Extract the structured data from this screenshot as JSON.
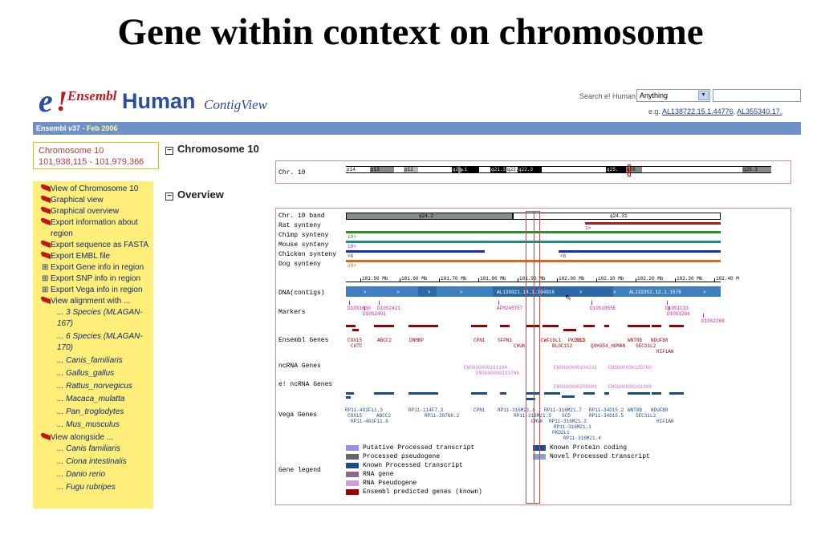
{
  "slide": {
    "title": "Gene within context on chromosome"
  },
  "header": {
    "logo_e": "e",
    "logo_bang": "!",
    "logo_ensembl": "Ensembl",
    "logo_human": "Human",
    "logo_view": "ContigView",
    "search_label": "Search e! Human:",
    "species_value": "Anything",
    "search_value": "",
    "examples_prefix": "e.g.",
    "example1": "AL138722.15.1.44776",
    "example_sep": ",",
    "example2": "AL355340.17."
  },
  "version_bar": {
    "version": "Ensembl v37",
    "sep": " - ",
    "date": "Feb 2006"
  },
  "location": {
    "chromosome": "Chromosome 10",
    "range": "101,938,115 - 101,979,366"
  },
  "sidebar": {
    "items": [
      {
        "label": "View of Chromosome 10",
        "icon": "red-arrow-icon",
        "subs": []
      },
      {
        "label": "Graphical view",
        "icon": "red-arrow-icon",
        "subs": []
      },
      {
        "label": "Graphical overview",
        "icon": "red-arrow-icon",
        "subs": []
      },
      {
        "label": "Export information about region",
        "icon": "red-arrow-icon",
        "subs": []
      },
      {
        "label": "Export sequence as FASTA",
        "icon": "red-arrow-icon",
        "subs": []
      },
      {
        "label": "Export EMBL file",
        "icon": "red-arrow-icon",
        "subs": []
      },
      {
        "label": "Export Gene info in region",
        "icon": "plus-icon",
        "subs": []
      },
      {
        "label": "Export SNP info in region",
        "icon": "plus-icon",
        "subs": []
      },
      {
        "label": "Export Vega info in region",
        "icon": "plus-icon",
        "subs": []
      },
      {
        "label": "View alignment with ...",
        "icon": "red-arrow-icon",
        "subs": [
          "... 3 Species (MLAGAN-167)",
          "... 6 Species (MLAGAN-170)",
          "... Canis_familiaris",
          "... Gallus_gallus",
          "... Rattus_norvegicus",
          "... Macaca_mulatta",
          "... Pan_troglodytes",
          "... Mus_musculus"
        ]
      },
      {
        "label": "View alongside ...",
        "icon": "red-arrow-icon",
        "subs": [
          "... Canis familiaris",
          "... Ciona intestinalis",
          "... Danio rerio",
          "... Fugu rubripes"
        ]
      }
    ]
  },
  "sections": {
    "chromosome_header": "Chromosome 10",
    "overview_header": "Overview"
  },
  "ideogram": {
    "label": "Chr. 10",
    "bands": [
      {
        "label": "p14",
        "color": "#ffffff"
      },
      {
        "label": "p13",
        "color": "#888888"
      },
      {
        "label": "",
        "color": "#ffffff"
      },
      {
        "label": "p12",
        "color": "#bbbbbb"
      },
      {
        "label": "",
        "color": "#ffffff"
      },
      {
        "label": "q21.1",
        "color": "#000000"
      },
      {
        "label": "",
        "color": "#ffffff"
      },
      {
        "label": "q21.3",
        "color": "#000000"
      },
      {
        "label": "q22.",
        "color": "#ffffff"
      },
      {
        "label": "q22.3",
        "color": "#000000"
      },
      {
        "label": "",
        "color": "#ffffff"
      },
      {
        "label": "q25.",
        "color": "#000000"
      },
      {
        "label": "q26",
        "color": "#888888"
      },
      {
        "label": "",
        "color": "#ffffff"
      },
      {
        "label": "q26.3",
        "color": "#888888"
      }
    ]
  },
  "overview": {
    "track_labels": [
      "Chr. 10 band",
      "Rat synteny",
      "Chimp synteny",
      "Mouse synteny",
      "Chicken synteny",
      "Dog synteny",
      "DNA(contigs)",
      "Markers",
      "Ensembl Genes",
      "ncRNA Genes",
      "e! ncRNA Genes",
      "Vega Genes",
      "Gene legend"
    ],
    "bands": [
      "q24.2",
      "q24.31"
    ],
    "synteny_tags": [
      "1>",
      "10>",
      "19>",
      "<6",
      "<6",
      "28>"
    ],
    "scale": [
      "101.50 Mb",
      "101.60 Mb",
      "101.70 Mb",
      "101.80 Mb",
      "101.90 Mb",
      "102.00 Mb",
      "102.10 Mb",
      "102.20 Mb",
      "102.30 Mb",
      "102.40 M"
    ],
    "contigs": [
      "AL138921.14.1.194916",
      "AL133352.12.1.1578"
    ],
    "markers": [
      "D10S1630",
      "D10S2421",
      "D10S2401",
      "AFM245TE7",
      "D10S1855E",
      "D10S1133",
      "D10S1266",
      "D10S2268"
    ],
    "ensembl_genes": [
      "COX15",
      "CUTC",
      "ABCC2",
      "DNMBP",
      "CPN1",
      "SFPN1",
      "CHUK",
      "CWF19L1",
      "BLOC1S2",
      "PKD2L1",
      "SCD",
      "Q9H354_HUMAN",
      "WNT8B",
      "SEC31L2",
      "NDUFB8",
      "HIF1AN"
    ],
    "ncrna_genes": [
      "ENSG00000191194",
      "ENSG00000193786",
      "ENSG00000194231",
      "ENSG00000195200"
    ],
    "e_ncrna_genes": [
      "ENSG00000200081",
      "ENSG00000201098"
    ],
    "vega_genes": [
      "RP11-483F11.3",
      "COX15",
      "RP11-483F11.6",
      "RP11-114F7.3",
      "ABCC2",
      "RP11-287G8.2",
      "CPN1",
      "RP11-316M21.6",
      "RP11-316M21.5",
      "CHUK",
      "RP11-316M21.3",
      "RP11-316M21.7",
      "SCD",
      "RP11-316M21.1",
      "PKD2L1",
      "RP11-316M21.4",
      "RP11-34D15.2",
      "RP11-34D15.5",
      "WNT8B",
      "SEC31L2",
      "NDUFB8",
      "HIF1AN"
    ],
    "legend": [
      {
        "label": "Putative Processed transcript",
        "color": "#9c8cf0"
      },
      {
        "label": "Processed pseudogene",
        "color": "#666666"
      },
      {
        "label": "Known Processed transcript",
        "color": "#1b4c8a"
      },
      {
        "label": "RNA gene",
        "color": "#8a6a8a"
      },
      {
        "label": "RNA Pseudogene",
        "color": "#d49cd4"
      },
      {
        "label": "Ensembl predicted genes (known)",
        "color": "#990000"
      },
      {
        "label": "Known Protein coding",
        "color": "#1b4c8a"
      },
      {
        "label": "Novel Processed transcript",
        "color": "#7ba6d8"
      }
    ]
  }
}
